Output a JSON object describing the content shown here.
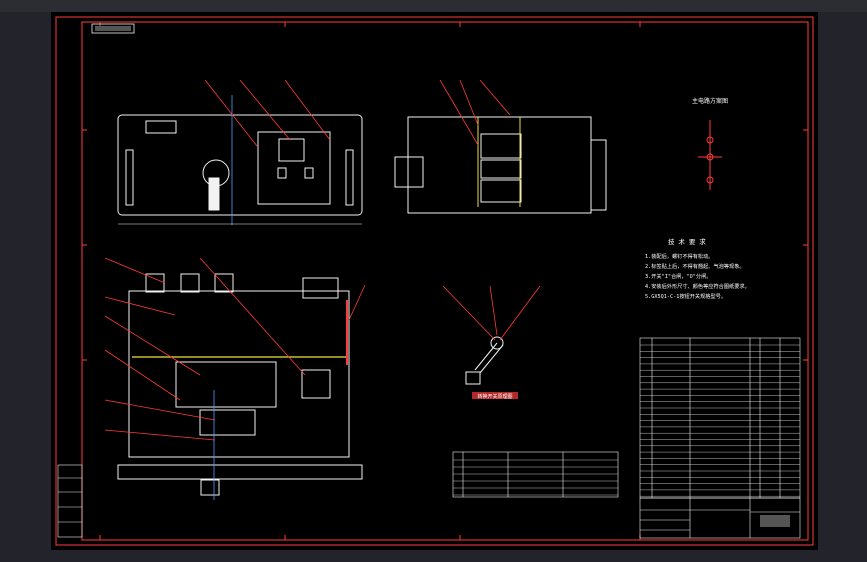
{
  "colors": {
    "background": "#23242b",
    "sheet": "#000000",
    "frame": "#ff3b3b",
    "drawing": "#f2f2f2",
    "leader": "#ff3b3b",
    "text": "#ffffff",
    "bus": "#f0e040",
    "accent": "#4aa0ff"
  },
  "notes": {
    "heading": "技 术 要 求",
    "lines": [
      "1.装配后，螺钉不得有松动。",
      "2.标签贴上后，不得有翘起、气泡等现象。",
      "3.开关\"I\"合闸，\"O\"分闸。",
      "4.安装后外形尺寸、颜色等应符合图纸要求。",
      "5.GX5Q1-C-1按钮开关规格型号。"
    ]
  },
  "views": {
    "diagram_title": "主电路方案图",
    "detail_title": "转换开关原理图"
  }
}
